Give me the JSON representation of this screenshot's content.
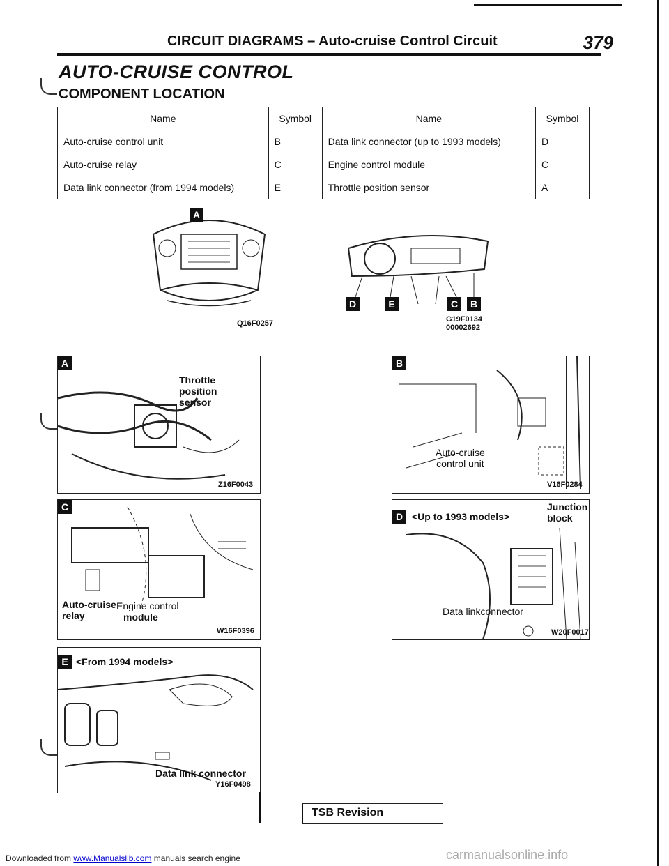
{
  "header": {
    "title": "CIRCUIT DIAGRAMS – Auto-cruise Control Circuit",
    "page_number": "379"
  },
  "section_title": "AUTO-CRUISE CONTROL",
  "subsection_title": "COMPONENT LOCATION",
  "table": {
    "headers": [
      "Name",
      "Symbol",
      "Name",
      "Symbol"
    ],
    "rows": [
      [
        "Auto-cruise control unit",
        "B",
        "Data link connector (up to 1993 models)",
        "D"
      ],
      [
        "Auto-cruise relay",
        "C",
        "Engine control module",
        "C"
      ],
      [
        "Data link connector (from 1994 models)",
        "E",
        "Throttle position sensor",
        "A"
      ]
    ]
  },
  "overview": {
    "engine_code": "Q16F0257",
    "dash_code": "G19F0134",
    "dash_code2": "00002692",
    "badges": [
      "A",
      "D",
      "E",
      "C",
      "B"
    ]
  },
  "figures": {
    "a": {
      "badge": "A",
      "labels": [
        "Throttle",
        "position",
        "sensor"
      ],
      "code": "Z16F0043"
    },
    "b": {
      "badge": "B",
      "labels": [
        "Auto-cruise",
        "control unit"
      ],
      "code": "V16F0284"
    },
    "c": {
      "badge": "C",
      "label1": [
        "Auto-cruise",
        "relay"
      ],
      "label2": [
        "Engine control",
        "module"
      ],
      "code": "W16F0396"
    },
    "d": {
      "badge": "D",
      "title": "<Up to 1993 models>",
      "label1": [
        "Junction",
        "block"
      ],
      "label2": "Data linkconnector",
      "code": "W20F0017"
    },
    "e": {
      "badge": "E",
      "title": "<From 1994 models>",
      "label": "Data link connector",
      "code": "Y16F0498"
    }
  },
  "tsb": "TSB Revision",
  "footer": {
    "prefix": "Downloaded from",
    "link": "www.Manualslib.com",
    "suffix": "manuals search engine",
    "watermark": "carmanualsonline.info"
  }
}
